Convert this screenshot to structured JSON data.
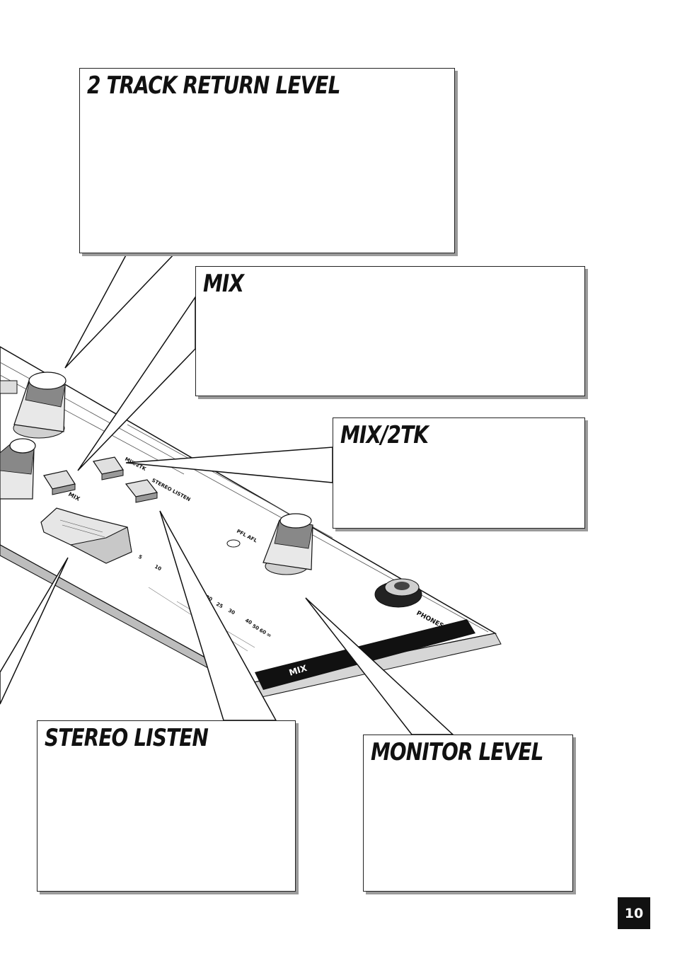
{
  "callouts": {
    "two_track": {
      "title": "2 TRACK RETURN LEVEL"
    },
    "mix": {
      "title": "MIX"
    },
    "mix_2tk": {
      "title": "MIX/2TK"
    },
    "stereo_listen": {
      "title": "STEREO LISTEN"
    },
    "monitor_level": {
      "title": "MONITOR LEVEL"
    }
  },
  "panel": {
    "mix_button_label": "MIX",
    "mix_2tk_label": "MIX/2TK",
    "stereo_listen_label": "STEREO LISTEN",
    "pfl_afl_label": "PFL AFL",
    "phones_label": "PHONES",
    "section_label": "MIX",
    "scale_mark_5": "5",
    "scale_mark_10": "10",
    "scale_mark_20": "20",
    "scale_mark_25": "25",
    "scale_mark_30": "30",
    "scale_mark_40": "40",
    "scale_mark_50": "50",
    "scale_mark_60": "60",
    "scale_mark_inf": "∞"
  },
  "page_number": "10"
}
